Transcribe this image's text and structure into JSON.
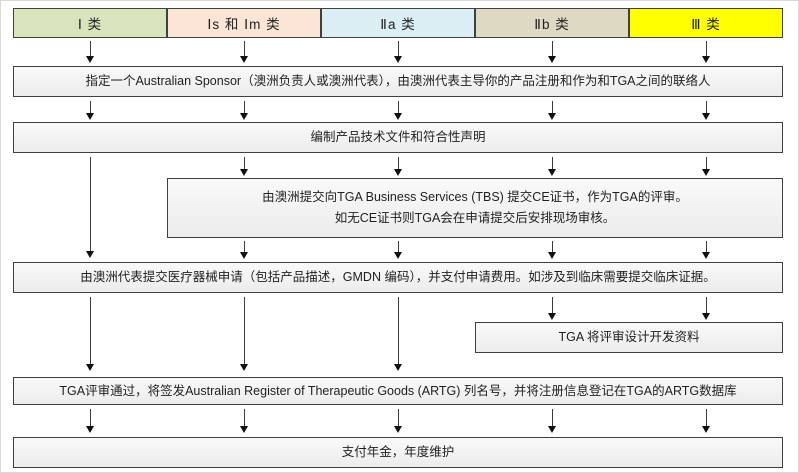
{
  "class_headers": [
    {
      "label": "Ⅰ 类",
      "color": "#d8e4bc"
    },
    {
      "label": "Ⅰs 和 Ⅰm 类",
      "color": "#fbe5d6"
    },
    {
      "label": "Ⅱa 类",
      "color": "#daeef3"
    },
    {
      "label": "Ⅱb 类",
      "color": "#ddd9c3"
    },
    {
      "label": "Ⅲ 类",
      "color": "#ffff00"
    }
  ],
  "boxes": {
    "sponsor": "指定一个Australian Sponsor（澳洲负责人或澳洲代表），由澳洲代表主导你的产品注册和作为和TGA之间的联络人",
    "tech_file": "编制产品技术文件和符合性声明",
    "ce_line1": "由澳洲提交向TGA Business Services (TBS) 提交CE证书，作为TGA的评审。",
    "ce_line2": "如无CE证书则TGA会在申请提交后安排现场审核。",
    "application": "由澳洲代表提交医疗器械申请（包括产品描述，GMDN 编码），并支付申请费用。如涉及到临床需要提交临床证据。",
    "design_review": "TGA 将评审设计开发资料",
    "artg_listing": "TGA评审通过，将签发Australian Register of Therapeutic Goods (ARTG) 列名号，并将注册信息登记在TGA的ARTG数据库",
    "annual_fee": "支付年金，年度维护"
  },
  "colors": {
    "box_border": "#404040",
    "box_fill_top": "#f9f9f9",
    "box_fill_bottom": "#ececec",
    "arrow": "#111111",
    "page_border": "#d9d9d9"
  }
}
